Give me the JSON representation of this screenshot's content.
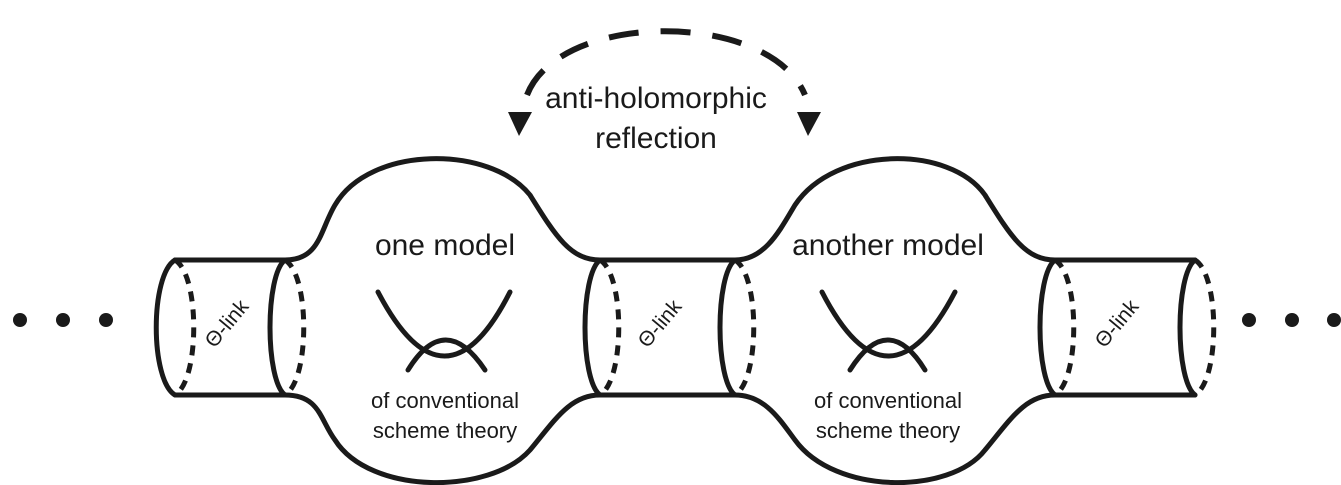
{
  "reflection": {
    "line1": "anti-holomorphic",
    "line2": "reflection"
  },
  "models": [
    {
      "title": "one model",
      "caption_line1": "of conventional",
      "caption_line2": "scheme theory"
    },
    {
      "title": "another model",
      "caption_line1": "of conventional",
      "caption_line2": "scheme theory"
    }
  ],
  "links": [
    {
      "label": "Θ-link"
    },
    {
      "label": "Θ-link"
    },
    {
      "label": "Θ-link"
    }
  ]
}
